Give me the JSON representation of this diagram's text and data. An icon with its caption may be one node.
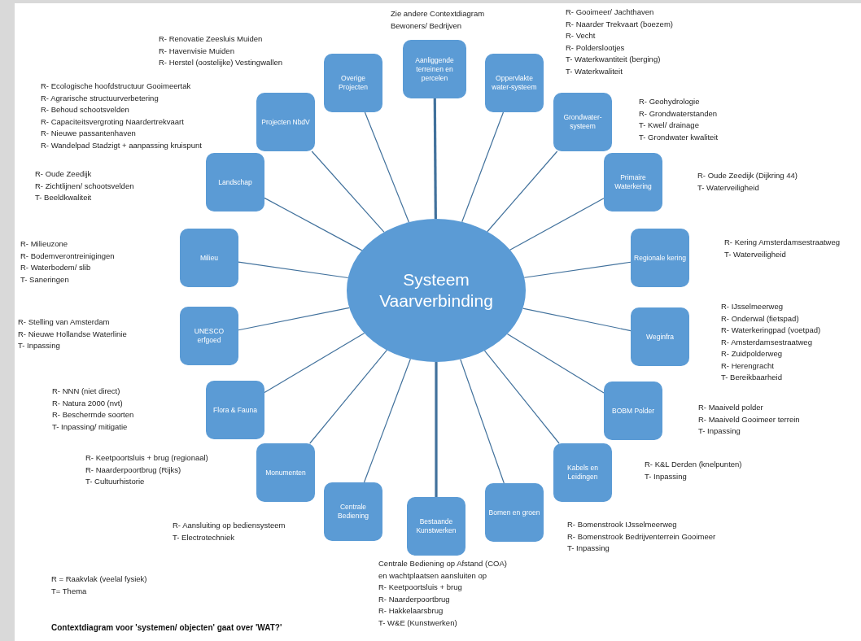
{
  "diagram": {
    "caption": "Contextdiagram voor 'systemen/ objecten' gaat over 'WAT?'",
    "nodes": [
      {
        "text": [
          "Systeem Vaarverbinding"
        ]
      },
      {
        "text": [
          "Aanliggende terreinen en percelen"
        ],
        "beside": [
          "Zie andere Contextdiagram",
          "Bewoners/ Bedrijven"
        ]
      },
      {
        "text": [
          "Oppervlakte water-systeem"
        ],
        "beside": [
          "R- Gooimeer/ Jachthaven",
          "R- Naarder Trekvaart (boezem)",
          "R- Vecht",
          "R- Polderslootjes",
          "T- Waterkwantiteit (berging)",
          "T- Waterkwaliteit"
        ]
      },
      {
        "text": [
          "Grondwater-systeem"
        ],
        "beside": [
          "R- Geohydrologie",
          "R- Grondwaterstanden",
          "T- Kwel/ drainage",
          "T- Grondwater kwaliteit"
        ]
      },
      {
        "text": [
          "Primaire Waterkering"
        ],
        "beside": [
          "R- Oude Zeedijk (Dijkring 44)",
          "T- Waterveiligheid"
        ]
      },
      {
        "text": [
          "Regionale kering"
        ],
        "beside": [
          "R- Kering Amsterdamsestraatweg",
          "T- Waterveiligheid"
        ]
      },
      {
        "text": [
          "Weginfra"
        ],
        "beside": [
          "R- IJsselmeerweg",
          "R- Onderwal (fietspad)",
          "R- Waterkeringpad (voetpad)",
          "R- Amsterdamsestraatweg",
          "R- Zuidpolderweg",
          "R- Herengracht",
          "T- Bereikbaarheid"
        ]
      },
      {
        "text": [
          "BOBM Polder"
        ],
        "beside": [
          "R- Maaiveld polder",
          "R- Maaiveld Gooimeer terrein",
          "T- Inpassing"
        ]
      },
      {
        "text": [
          "Kabels en Leidingen"
        ],
        "beside": [
          "R- K&L Derden (knelpunten)",
          "T- Inpassing"
        ]
      },
      {
        "text": [
          "Bomen en groen"
        ],
        "beside": [
          "R- Bomenstrook IJsselmeerweg",
          "R- Bomenstrook Bedrijventerrein Gooimeer",
          "T- Inpassing"
        ]
      },
      {
        "text": [
          "Bestaande Kunstwerken"
        ],
        "beside": [
          "Centrale Bediening op Afstand (COA)",
          "en wachtplaatsen aansluiten op",
          "R- Keetpoortsluis + brug",
          "R- Naarderpoortbrug",
          "R- Hakkelaarsbrug",
          "T- W&E (Kunstwerken)"
        ]
      },
      {
        "text": [
          "Centrale Bediening"
        ],
        "beside": [
          "R- Aansluiting op bediensysteem",
          "T- Electrotechniek"
        ]
      },
      {
        "text": [
          "Monumenten"
        ],
        "beside": [
          "R- Keetpoortsluis + brug (regionaal)",
          "R- Naarderpoortbrug (Rijks)",
          "T- Cultuurhistorie"
        ]
      },
      {
        "text": [
          "Flora & Fauna"
        ],
        "beside": [
          "R- NNN (niet direct)",
          "R- Natura 2000 (nvt)",
          "R- Beschermde soorten",
          "T- Inpassing/ mitigatie"
        ]
      },
      {
        "text": [
          "UNESCO erfgoed"
        ],
        "beside": [
          "R- Stelling van Amsterdam",
          "R- Nieuwe Hollandse Waterlinie",
          "T- Inpassing"
        ]
      },
      {
        "text": [
          "Milieu"
        ],
        "beside": [
          "R- Milieuzone",
          "R- Bodemverontreinigingen",
          "R- Waterbodem/ slib",
          "T- Saneringen"
        ]
      },
      {
        "text": [
          "Landschap"
        ],
        "beside": [
          "R- Oude Zeedijk",
          "R- Zichtlijnen/ schootsvelden",
          "T- Beeldkwaliteit"
        ]
      },
      {
        "text": [
          "Projecten NbdV"
        ],
        "beside": [
          "R- Ecologische hoofdstructuur Gooimeertak",
          "R- Agrarische structuurverbetering",
          "R- Behoud schootsvelden",
          "R- Capaciteitsvergroting Naardertrekvaart",
          "R- Nieuwe passantenhaven",
          "R- Wandelpad Stadzigt + aanpassing kruispunt"
        ]
      },
      {
        "text": [
          "Overige Projecten"
        ],
        "beside": [
          "R- Renovatie Zeesluis Muiden",
          "R- Havenvisie Muiden",
          "R- Herstel (oostelijke) Vestingwallen"
        ]
      }
    ],
    "edges": [
      {
        "from": 0,
        "to": 1,
        "arrow": "none",
        "style": "thick"
      },
      {
        "from": 0,
        "to": 2,
        "arrow": "none"
      },
      {
        "from": 0,
        "to": 3,
        "arrow": "none"
      },
      {
        "from": 0,
        "to": 4,
        "arrow": "none"
      },
      {
        "from": 0,
        "to": 5,
        "arrow": "none"
      },
      {
        "from": 0,
        "to": 6,
        "arrow": "none"
      },
      {
        "from": 0,
        "to": 7,
        "arrow": "none"
      },
      {
        "from": 0,
        "to": 8,
        "arrow": "none"
      },
      {
        "from": 0,
        "to": 9,
        "arrow": "none"
      },
      {
        "from": 0,
        "to": 10,
        "arrow": "none",
        "style": "thick"
      },
      {
        "from": 0,
        "to": 11,
        "arrow": "none"
      },
      {
        "from": 0,
        "to": 12,
        "arrow": "none"
      },
      {
        "from": 0,
        "to": 13,
        "arrow": "none"
      },
      {
        "from": 0,
        "to": 14,
        "arrow": "none"
      },
      {
        "from": 0,
        "to": 15,
        "arrow": "none"
      },
      {
        "from": 0,
        "to": 16,
        "arrow": "none"
      },
      {
        "from": 0,
        "to": 17,
        "arrow": "none"
      },
      {
        "from": 0,
        "to": 18,
        "arrow": "none"
      }
    ],
    "labels": [
      "R = Raakvlak (veelal fysiek)",
      "T= Thema"
    ]
  }
}
